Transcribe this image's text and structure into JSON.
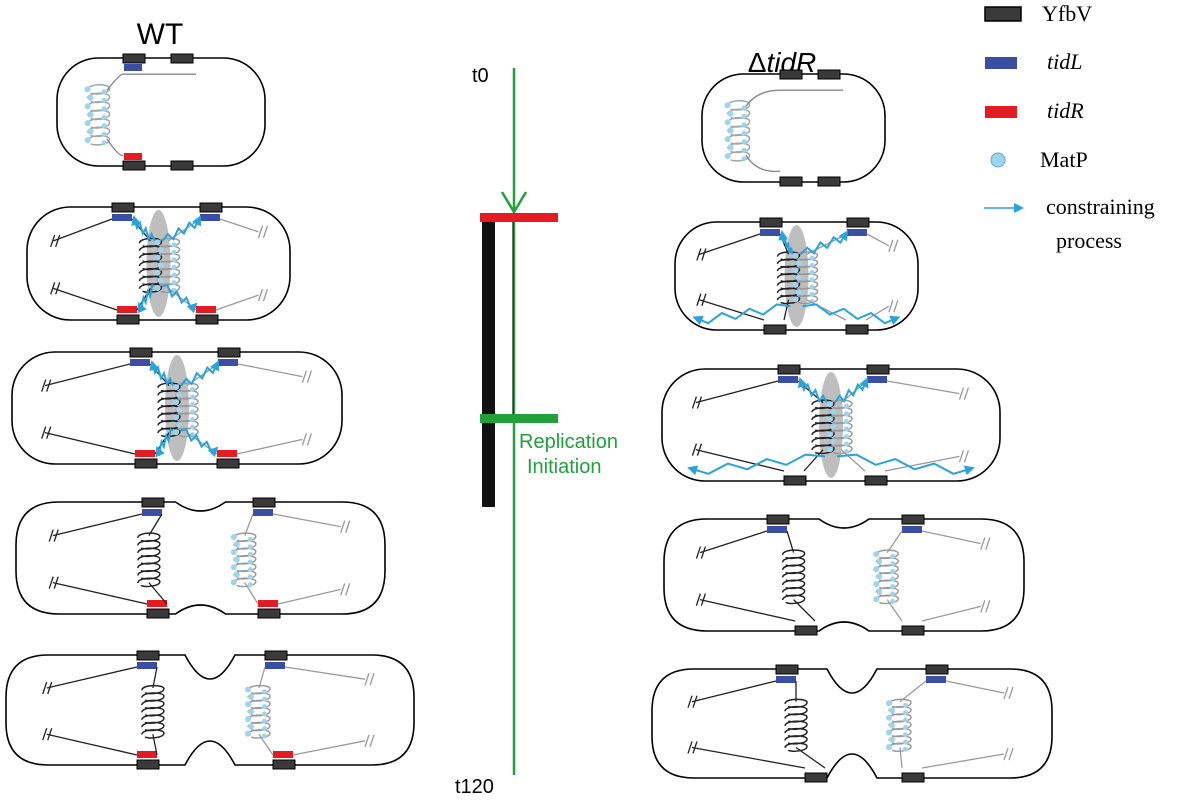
{
  "title_left": "WT",
  "title_right_symbol": "Δ",
  "title_right_gene": "tidR",
  "timeline": {
    "start_label": "t0",
    "end_label": "t120",
    "event_label_line1": "Replication",
    "event_label_line2": "Initiation"
  },
  "legend": {
    "yfbv": "YfbV",
    "tidl": "tidL",
    "tidr": "tidR",
    "matp": "MatP",
    "constraining_line1": "constraining",
    "constraining_line2": "process"
  },
  "colors": {
    "yfbv": "#3a3a3a",
    "tidl": "#3a4fa3",
    "tidr": "#e41b23",
    "matp": "#9fd4ef",
    "timeline": "#22a03c",
    "constraining": "#29a3d9",
    "separation_bar": "#111111",
    "septum": "#a8a8a8"
  }
}
